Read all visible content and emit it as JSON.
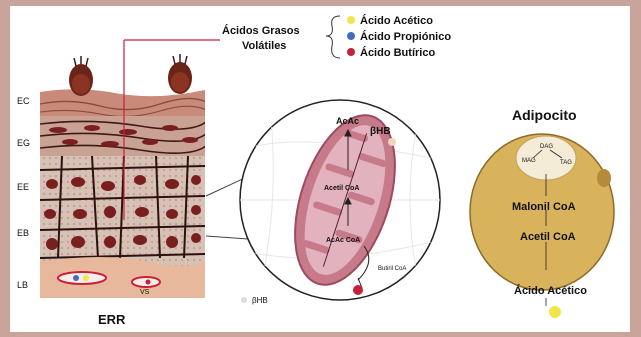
{
  "header": {
    "group_label_line1": "Ácidos Grasos",
    "group_label_line2": "Volátiles",
    "legend": [
      {
        "label": "Ácido Acético",
        "color": "#f2e44a"
      },
      {
        "label": "Ácido Propiónico",
        "color": "#3f6fb8"
      },
      {
        "label": "Ácido Butírico",
        "color": "#c8203a"
      }
    ]
  },
  "skin": {
    "layers": [
      "EC",
      "EG",
      "EE",
      "EB",
      "LB"
    ],
    "vessel_label": "VS",
    "caption": "ERR"
  },
  "mitochondrion": {
    "top_left": "AcAc",
    "top_right": "βHB",
    "middle": "Acetil CoA",
    "lower": "AcAc CoA",
    "side": "Butiril CoA",
    "footnote": "βHB"
  },
  "adipocyte": {
    "title": "Adipocito",
    "tag": "TAG",
    "mag": "MAG",
    "dag": "DAG",
    "malonil": "Malonil CoA",
    "acetil": "Acetil CoA",
    "acid": "Ácido Acético"
  },
  "colors": {
    "background": "#c9a49a",
    "panel": "#ffffff",
    "skin_top": "#c98a7a",
    "cell": "#d7c0b4",
    "nucleus": "#7a1f1f",
    "mito": "#c77a8a",
    "adipo": "#d9b25c"
  }
}
